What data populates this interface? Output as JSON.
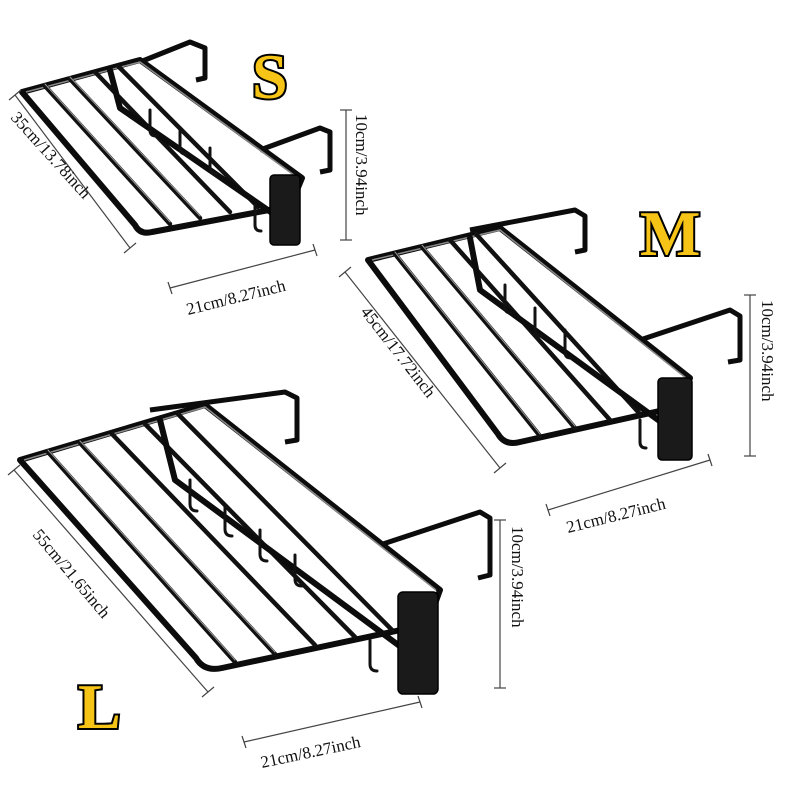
{
  "products": [
    {
      "size": "S",
      "length": "35cm/13.78inch",
      "width": "21cm/8.27inch",
      "height": "10cm/3.94inch"
    },
    {
      "size": "M",
      "length": "45cm/17.72inch",
      "width": "21cm/8.27inch",
      "height": "10cm/3.94inch"
    },
    {
      "size": "L",
      "length": "55cm/21.65inch",
      "width": "21cm/8.27inch",
      "height": "10cm/3.94inch"
    }
  ],
  "colors": {
    "rack": "#0c0c0c",
    "letter_fill": "#f6c417",
    "letter_stroke": "#000000",
    "background": "#ffffff"
  }
}
